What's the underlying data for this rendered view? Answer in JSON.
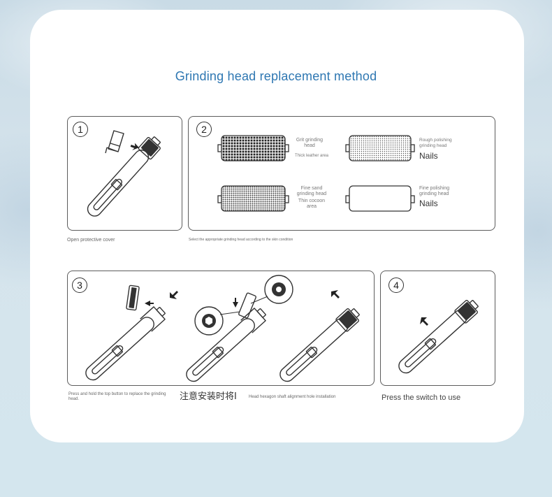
{
  "title": "Grinding head replacement method",
  "steps": [
    {
      "number": "1",
      "caption": "Open protective cover"
    },
    {
      "number": "2",
      "caption": "Select the appropriate grinding head according to the skin condition"
    },
    {
      "number": "3",
      "caption_left": "Press and hold the top button to replace the grinding head.",
      "caption_chinese": "注意安装时将I",
      "caption_right": "Head hexagon shaft alignment hole installation"
    },
    {
      "number": "4",
      "caption": "Press the switch to use"
    }
  ],
  "heads": [
    {
      "label": "Grit grinding head",
      "sub": "Thick leather area"
    },
    {
      "label": "Rough polishing grinding head",
      "sub": "Nails"
    },
    {
      "label": "Fine sand grinding head",
      "sub": "Thin cocoon area"
    },
    {
      "label": "Fine polishing grinding head",
      "sub": "Nails"
    }
  ],
  "colors": {
    "accent": "#2e77b2",
    "stroke": "#333333",
    "border": "#5c5c5c"
  }
}
